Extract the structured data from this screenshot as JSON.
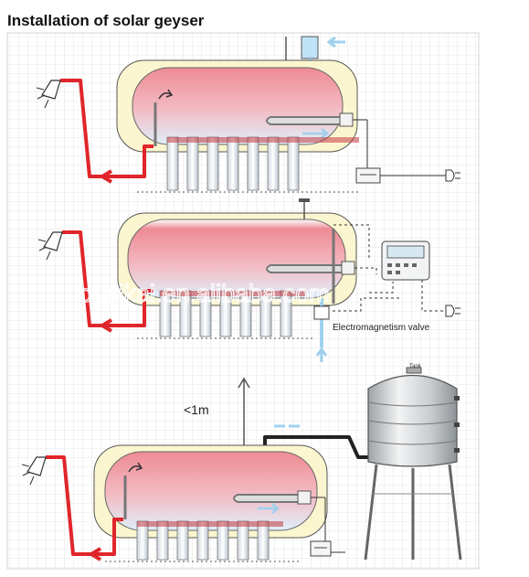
{
  "page": {
    "title": "Installation of solar geyser"
  },
  "labels": {
    "valve": "Electromagnetism valve",
    "height_limit": "<1m",
    "tank": "Tank",
    "watermark": "ousikai.en.alibaba.com"
  },
  "colors": {
    "hot_pipe": "#e0262b",
    "cold_flow": "#9fd1ef",
    "tank_hot": "#ec8f97",
    "jacket": "#fbf6cf"
  },
  "icons": [
    "shower-icon",
    "plug-icon",
    "controller-icon",
    "water-tank-icon"
  ]
}
